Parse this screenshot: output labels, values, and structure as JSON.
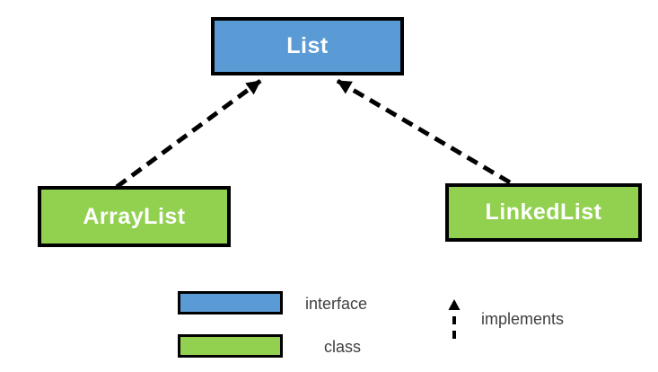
{
  "diagram": {
    "nodes": [
      {
        "id": "list",
        "label": "List",
        "type": "interface"
      },
      {
        "id": "arraylist",
        "label": "ArrayList",
        "type": "class"
      },
      {
        "id": "linkedlist",
        "label": "LinkedList",
        "type": "class"
      }
    ],
    "edges": [
      {
        "from": "ArrayList",
        "to": "List",
        "relation": "implements",
        "style": "dashed-arrow"
      },
      {
        "from": "LinkedList",
        "to": "List",
        "relation": "implements",
        "style": "dashed-arrow"
      }
    ],
    "legend": {
      "interface_label": "interface",
      "class_label": "class",
      "implements_label": "implements"
    },
    "colors": {
      "interface_fill": "#5B9BD5",
      "class_fill": "#92D050",
      "border": "#000000",
      "node_text": "#FFFFFF",
      "legend_text": "#404040",
      "arrow": "#000000",
      "background": "#FFFFFF"
    }
  }
}
